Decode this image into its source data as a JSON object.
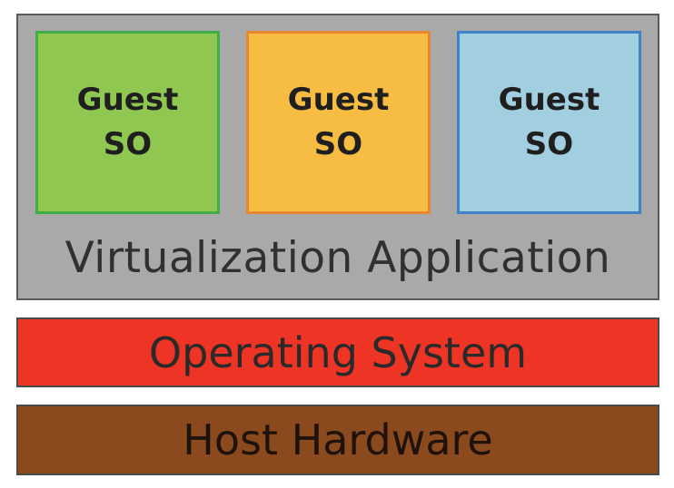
{
  "diagram": {
    "guests": [
      {
        "line1": "Guest",
        "line2": "SO",
        "fill": "#8fc751",
        "border": "#3fae49"
      },
      {
        "line1": "Guest",
        "line2": "SO",
        "fill": "#f7bd42",
        "border": "#e8872f"
      },
      {
        "line1": "Guest",
        "line2": "SO",
        "fill": "#a2cfe0",
        "border": "#3f82c6"
      }
    ],
    "virtualization": {
      "label": "Virtualization Application",
      "fill": "#a9a9a9"
    },
    "operating_system": {
      "label": "Operating System",
      "fill": "#ee3424"
    },
    "host_hardware": {
      "label": "Host Hardware",
      "fill": "#8b4a1e"
    }
  }
}
